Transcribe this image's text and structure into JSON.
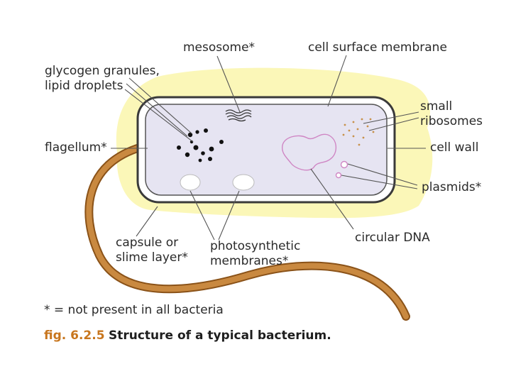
{
  "labels": {
    "mesosome": "mesosome*",
    "cell_surface_membrane": "cell surface membrane",
    "glycogen_line1": "glycogen granules,",
    "glycogen_line2": "lipid droplets",
    "small_ribosomes_line1": "small",
    "small_ribosomes_line2": "ribosomes",
    "flagellum": "flagellum*",
    "cell_wall": "cell wall",
    "plasmids": "plasmids*",
    "capsule_line1": "capsule or",
    "capsule_line2": "slime layer*",
    "photosynthetic_line1": "photosynthetic",
    "photosynthetic_line2": "membranes*",
    "circular_dna": "circular DNA"
  },
  "footnote": "* = not present in all bacteria",
  "caption": {
    "number": "fig. 6.2.5",
    "text": "Structure of a typical bacterium."
  },
  "colors": {
    "capsule": "#fbf7b8",
    "cell_wall": "#3a3a3a",
    "cytoplasm": "#e6e4f2",
    "flagellum": "#c17b35",
    "dna": "#cf86c4",
    "ribosomes": "#c8914a",
    "granules": "#111111",
    "caption_number": "#c8761e"
  }
}
